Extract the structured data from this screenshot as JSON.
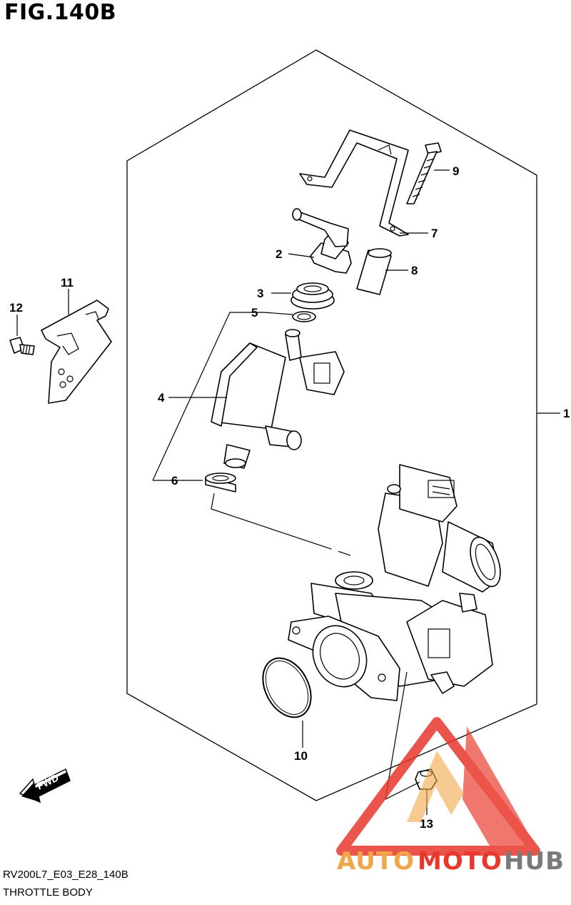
{
  "figure": {
    "title": "FIG.140B"
  },
  "diagram": {
    "callouts": [
      "1",
      "2",
      "3",
      "4",
      "5",
      "6",
      "7",
      "8",
      "9",
      "10",
      "11",
      "12",
      "13"
    ],
    "fwd_label": "FWD"
  },
  "footer": {
    "code": "RV200L7_E03_E28_140B",
    "caption": "THROTTLE BODY"
  },
  "watermark": {
    "auto": "AUTO",
    "moto": "MOTO",
    "hub": "HUB",
    "colors": {
      "red": "#e8372b",
      "orange": "#f2a64a",
      "grey": "#7a7a7a"
    }
  }
}
